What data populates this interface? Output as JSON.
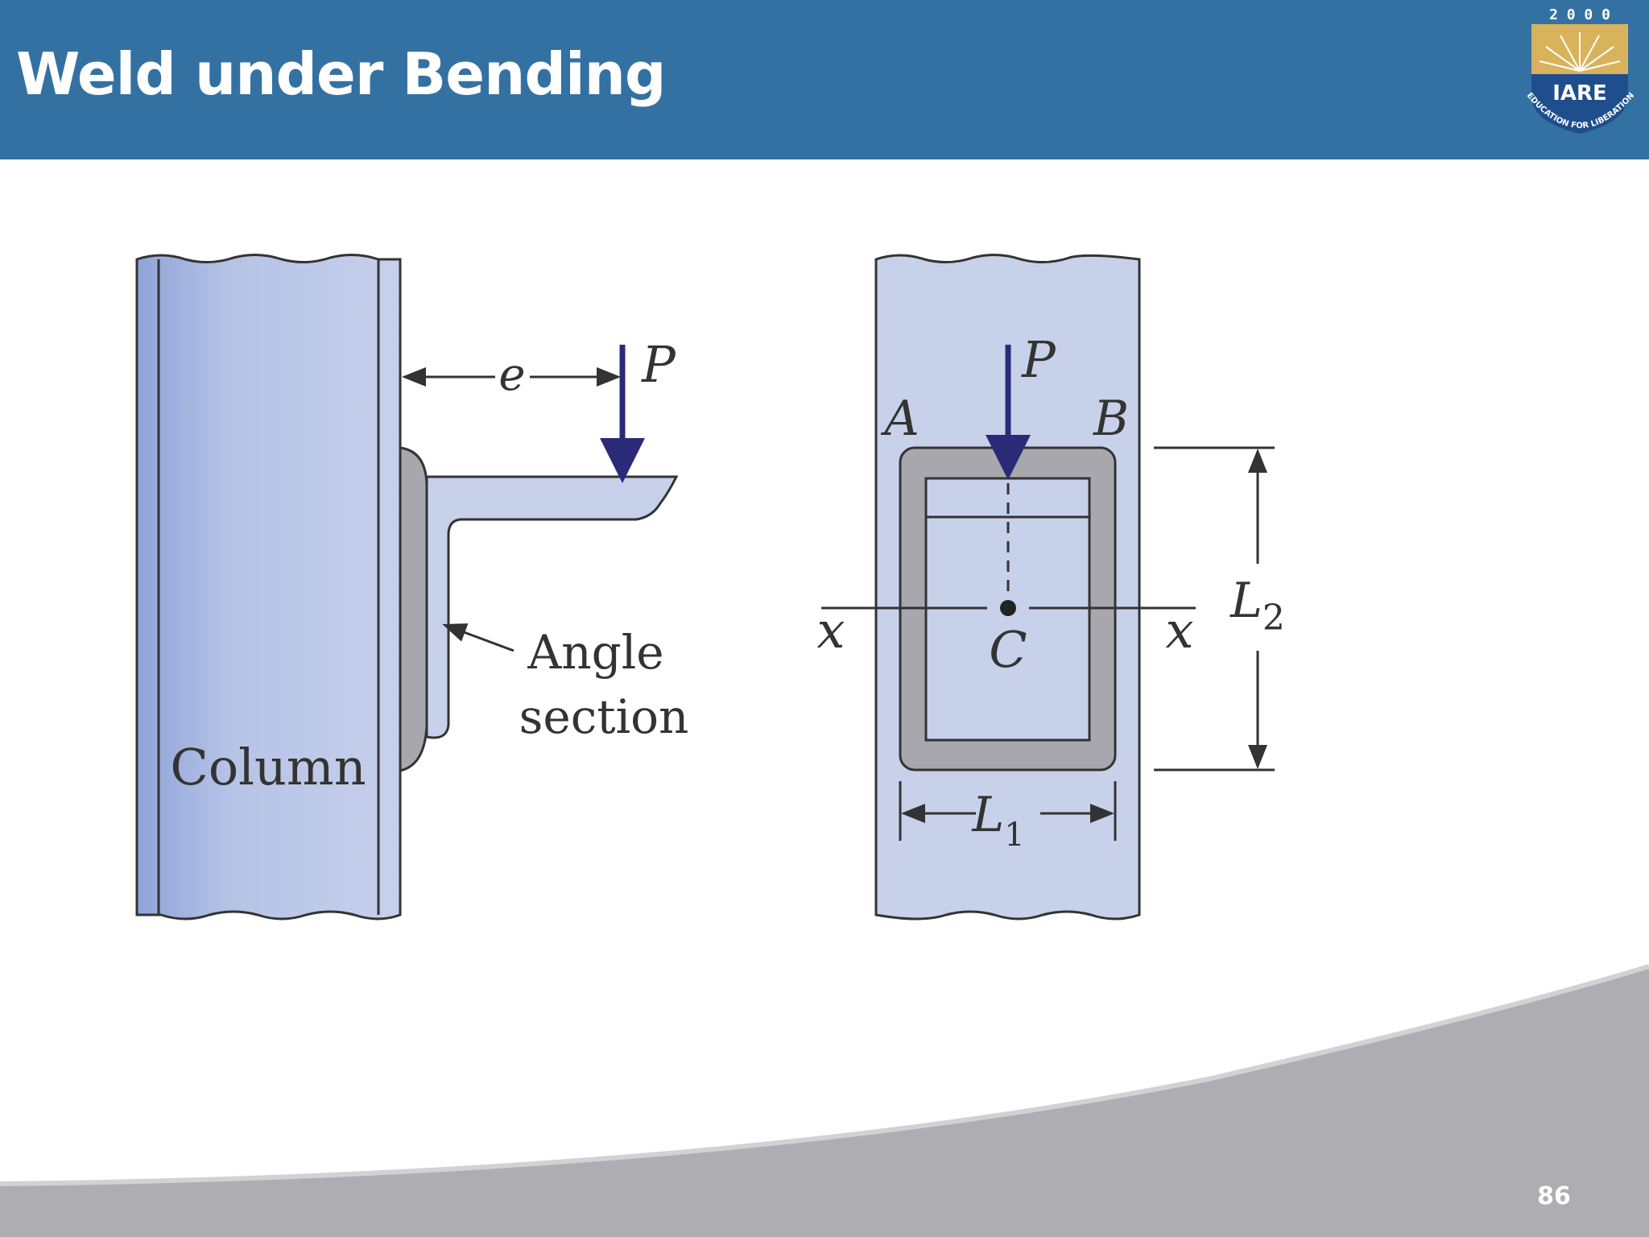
{
  "slide": {
    "title": "Weld under Bending",
    "page_number": "86"
  },
  "logo": {
    "year": "2 0 0 0",
    "name": "IARE",
    "motto": "EDUCATION FOR LIBERATION"
  },
  "diagram": {
    "left": {
      "column_label": "Column",
      "angle_label_line1": "Angle",
      "angle_label_line2": "section",
      "eccentricity_label": "e",
      "load_label": "P"
    },
    "right": {
      "load_label": "P",
      "corner_a": "A",
      "corner_b": "B",
      "centroid_label": "C",
      "axis_left": "x",
      "axis_right": "x",
      "width_label": "L",
      "width_sub": "1",
      "height_label": "L",
      "height_sub": "2"
    }
  },
  "colors": {
    "header": "#3471a3",
    "plate_fill": "#c8d1ea",
    "column_fill": "#b9c6e6",
    "weld_fill": "#a7a7ad",
    "load_arrow": "#2b2a78",
    "footer_gray": "#aeaeb2"
  }
}
